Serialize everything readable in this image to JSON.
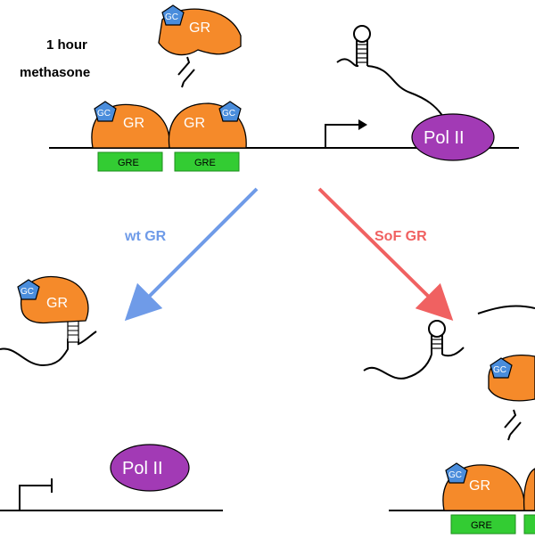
{
  "header": {
    "line1": "1 hour",
    "line2": "methasone"
  },
  "labels": {
    "gr": "GR",
    "gc": "GC",
    "gre": "GRE",
    "pol": "Pol II"
  },
  "branches": {
    "left": "wt GR",
    "right": "SoF GR"
  },
  "colors": {
    "receptor": "#f58a2a",
    "ligand": "#4a8ddc",
    "gre_box": "#33cc33",
    "polymerase": "#a23ab5",
    "wt_arrow": "#6f9be8",
    "sof_arrow": "#f06161",
    "line": "#000000"
  }
}
